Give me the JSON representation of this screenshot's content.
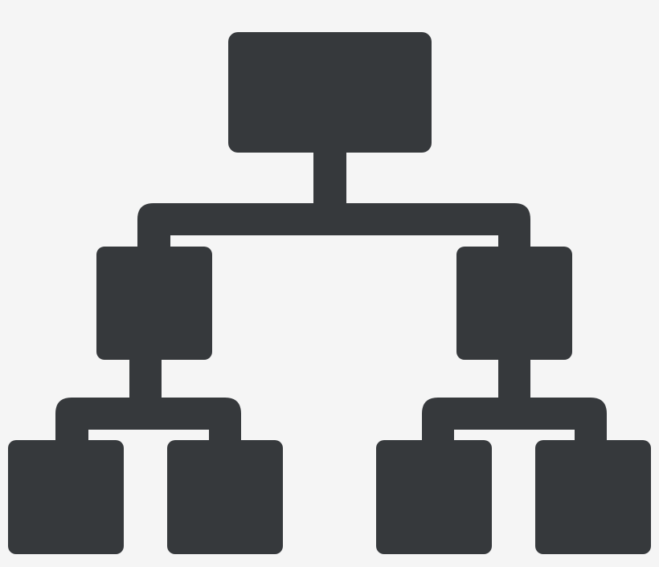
{
  "icon": {
    "name": "hierarchy-icon",
    "fill_color": "#36393c",
    "background_color": "#f5f5f5",
    "levels": 3,
    "nodes_per_level": [
      1,
      2,
      4
    ]
  }
}
